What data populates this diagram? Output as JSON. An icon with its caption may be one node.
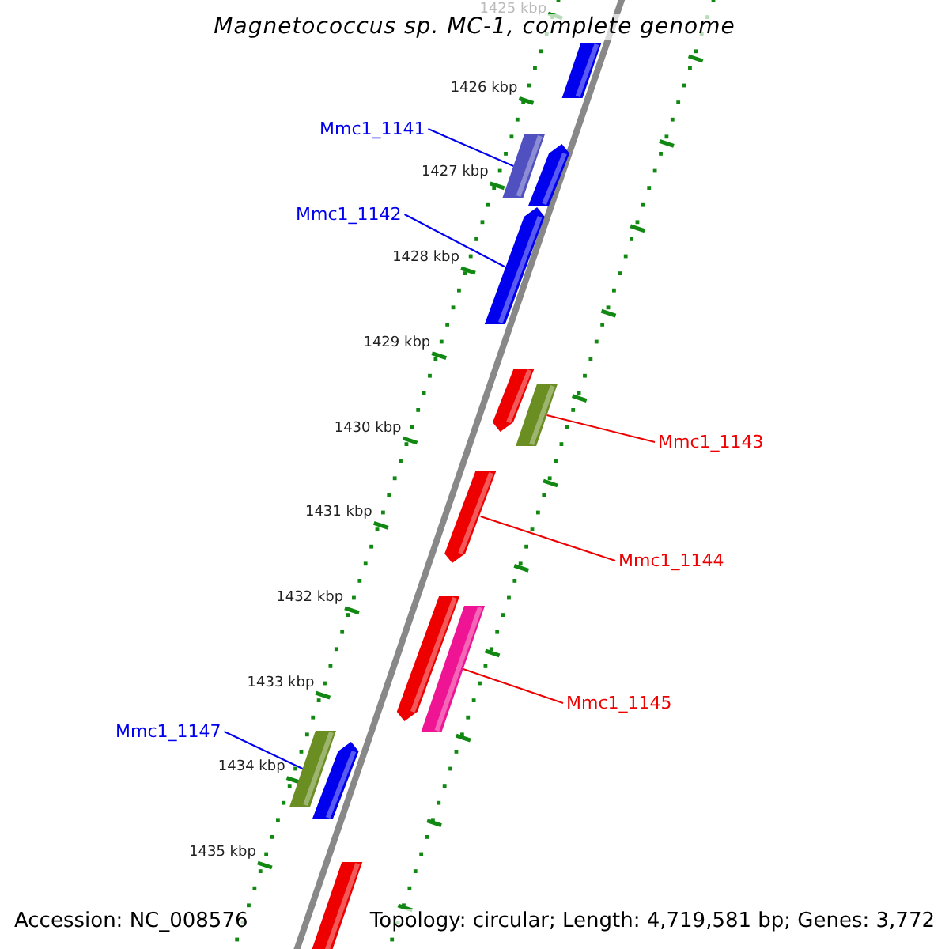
{
  "diagram": {
    "title": "Magnetococcus sp. MC-1, complete genome",
    "nodes": [
      {
        "text": [
          "Mmc1_1141"
        ]
      },
      {
        "text": [
          "Mmc1_1142"
        ]
      },
      {
        "text": [
          "Mmc1_1143"
        ]
      },
      {
        "text": [
          "Mmc1_1144"
        ]
      },
      {
        "text": [
          "Mmc1_1145"
        ]
      },
      {
        "text": [
          "Mmc1_1147"
        ]
      },
      {
        "text": [],
        "shape": "bar"
      },
      {
        "text": [],
        "shape": "arrow"
      },
      {
        "text": [],
        "shape": "bar"
      },
      {
        "text": [],
        "shape": "arrow"
      },
      {
        "text": [],
        "shape": "bar"
      },
      {
        "text": [],
        "shape": "bar"
      },
      {
        "text": [],
        "shape": "bar"
      },
      {
        "text": [],
        "shape": "arrow"
      },
      {
        "text": [],
        "shape": "arrow"
      },
      {
        "text": [],
        "shape": "arrow"
      },
      {
        "text": [],
        "shape": "arrow"
      },
      {
        "text": [],
        "shape": "bar"
      }
    ],
    "edges": [
      {
        "from": 0,
        "to": 6,
        "arrow": "none",
        "color": "#0000ee"
      },
      {
        "from": 1,
        "to": 7,
        "arrow": "none",
        "color": "#0000ee"
      },
      {
        "from": 2,
        "to": 8,
        "arrow": "none",
        "color": "#ee0000"
      },
      {
        "from": 3,
        "to": 9,
        "arrow": "none",
        "color": "#ee0000"
      },
      {
        "from": 4,
        "to": 10,
        "arrow": "none",
        "color": "#ee0000"
      },
      {
        "from": 5,
        "to": 11,
        "arrow": "none",
        "color": "#0000ee"
      }
    ],
    "labels": [
      "1425 kbp",
      "1426 kbp",
      "1427 kbp",
      "1428 kbp",
      "1429 kbp",
      "1430 kbp",
      "1431 kbp",
      "1432 kbp",
      "1433 kbp",
      "1434 kbp",
      "1435 kbp",
      "Accession: NC_008576",
      "Topology: circular; Length: 4,719,581 bp; Genes: 3,772"
    ]
  }
}
